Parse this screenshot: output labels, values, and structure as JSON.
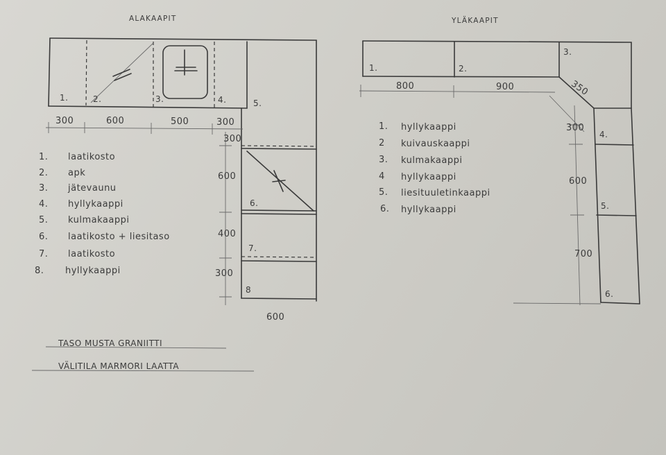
{
  "lower": {
    "title": "ALAKAAPIT",
    "cab_numbers": [
      "1.",
      "2.",
      "3.",
      "4.",
      "5.",
      "6.",
      "7.",
      "8"
    ],
    "widths": [
      "300",
      "600",
      "500",
      "300"
    ],
    "heights": [
      "300",
      "600",
      "400",
      "300"
    ],
    "bottom_width": "600",
    "legend": [
      {
        "num": "1.",
        "text": "laatikosto"
      },
      {
        "num": "2.",
        "text": "apk"
      },
      {
        "num": "3.",
        "text": "jätevaunu"
      },
      {
        "num": "4.",
        "text": "hyllykaappi"
      },
      {
        "num": "5.",
        "text": "kulmakaappi"
      },
      {
        "num": "6.",
        "text": "laatikosto + liesitaso"
      },
      {
        "num": "7.",
        "text": "laatikosto"
      },
      {
        "num": "8.",
        "text": "hyllykaappi"
      }
    ]
  },
  "upper": {
    "title": "YLÄKAAPIT",
    "cab_numbers": [
      "1.",
      "2.",
      "3.",
      "4.",
      "5.",
      "6."
    ],
    "widths": [
      "800",
      "900"
    ],
    "diag": "350",
    "heights": [
      "300",
      "600",
      "700"
    ],
    "legend": [
      {
        "num": "1.",
        "text": "hyllykaappi"
      },
      {
        "num": "2",
        "text": "kuivauskaappi"
      },
      {
        "num": "3.",
        "text": "kulmakaappi"
      },
      {
        "num": "4",
        "text": "hyllykaappi"
      },
      {
        "num": "5.",
        "text": "liesituuletinkaappi"
      },
      {
        "num": "6.",
        "text": "hyllykaappi"
      }
    ]
  },
  "notes": [
    "TASO   MUSTA GRANIITTI",
    "VÄLITILA   MARMORI LAATTA"
  ]
}
